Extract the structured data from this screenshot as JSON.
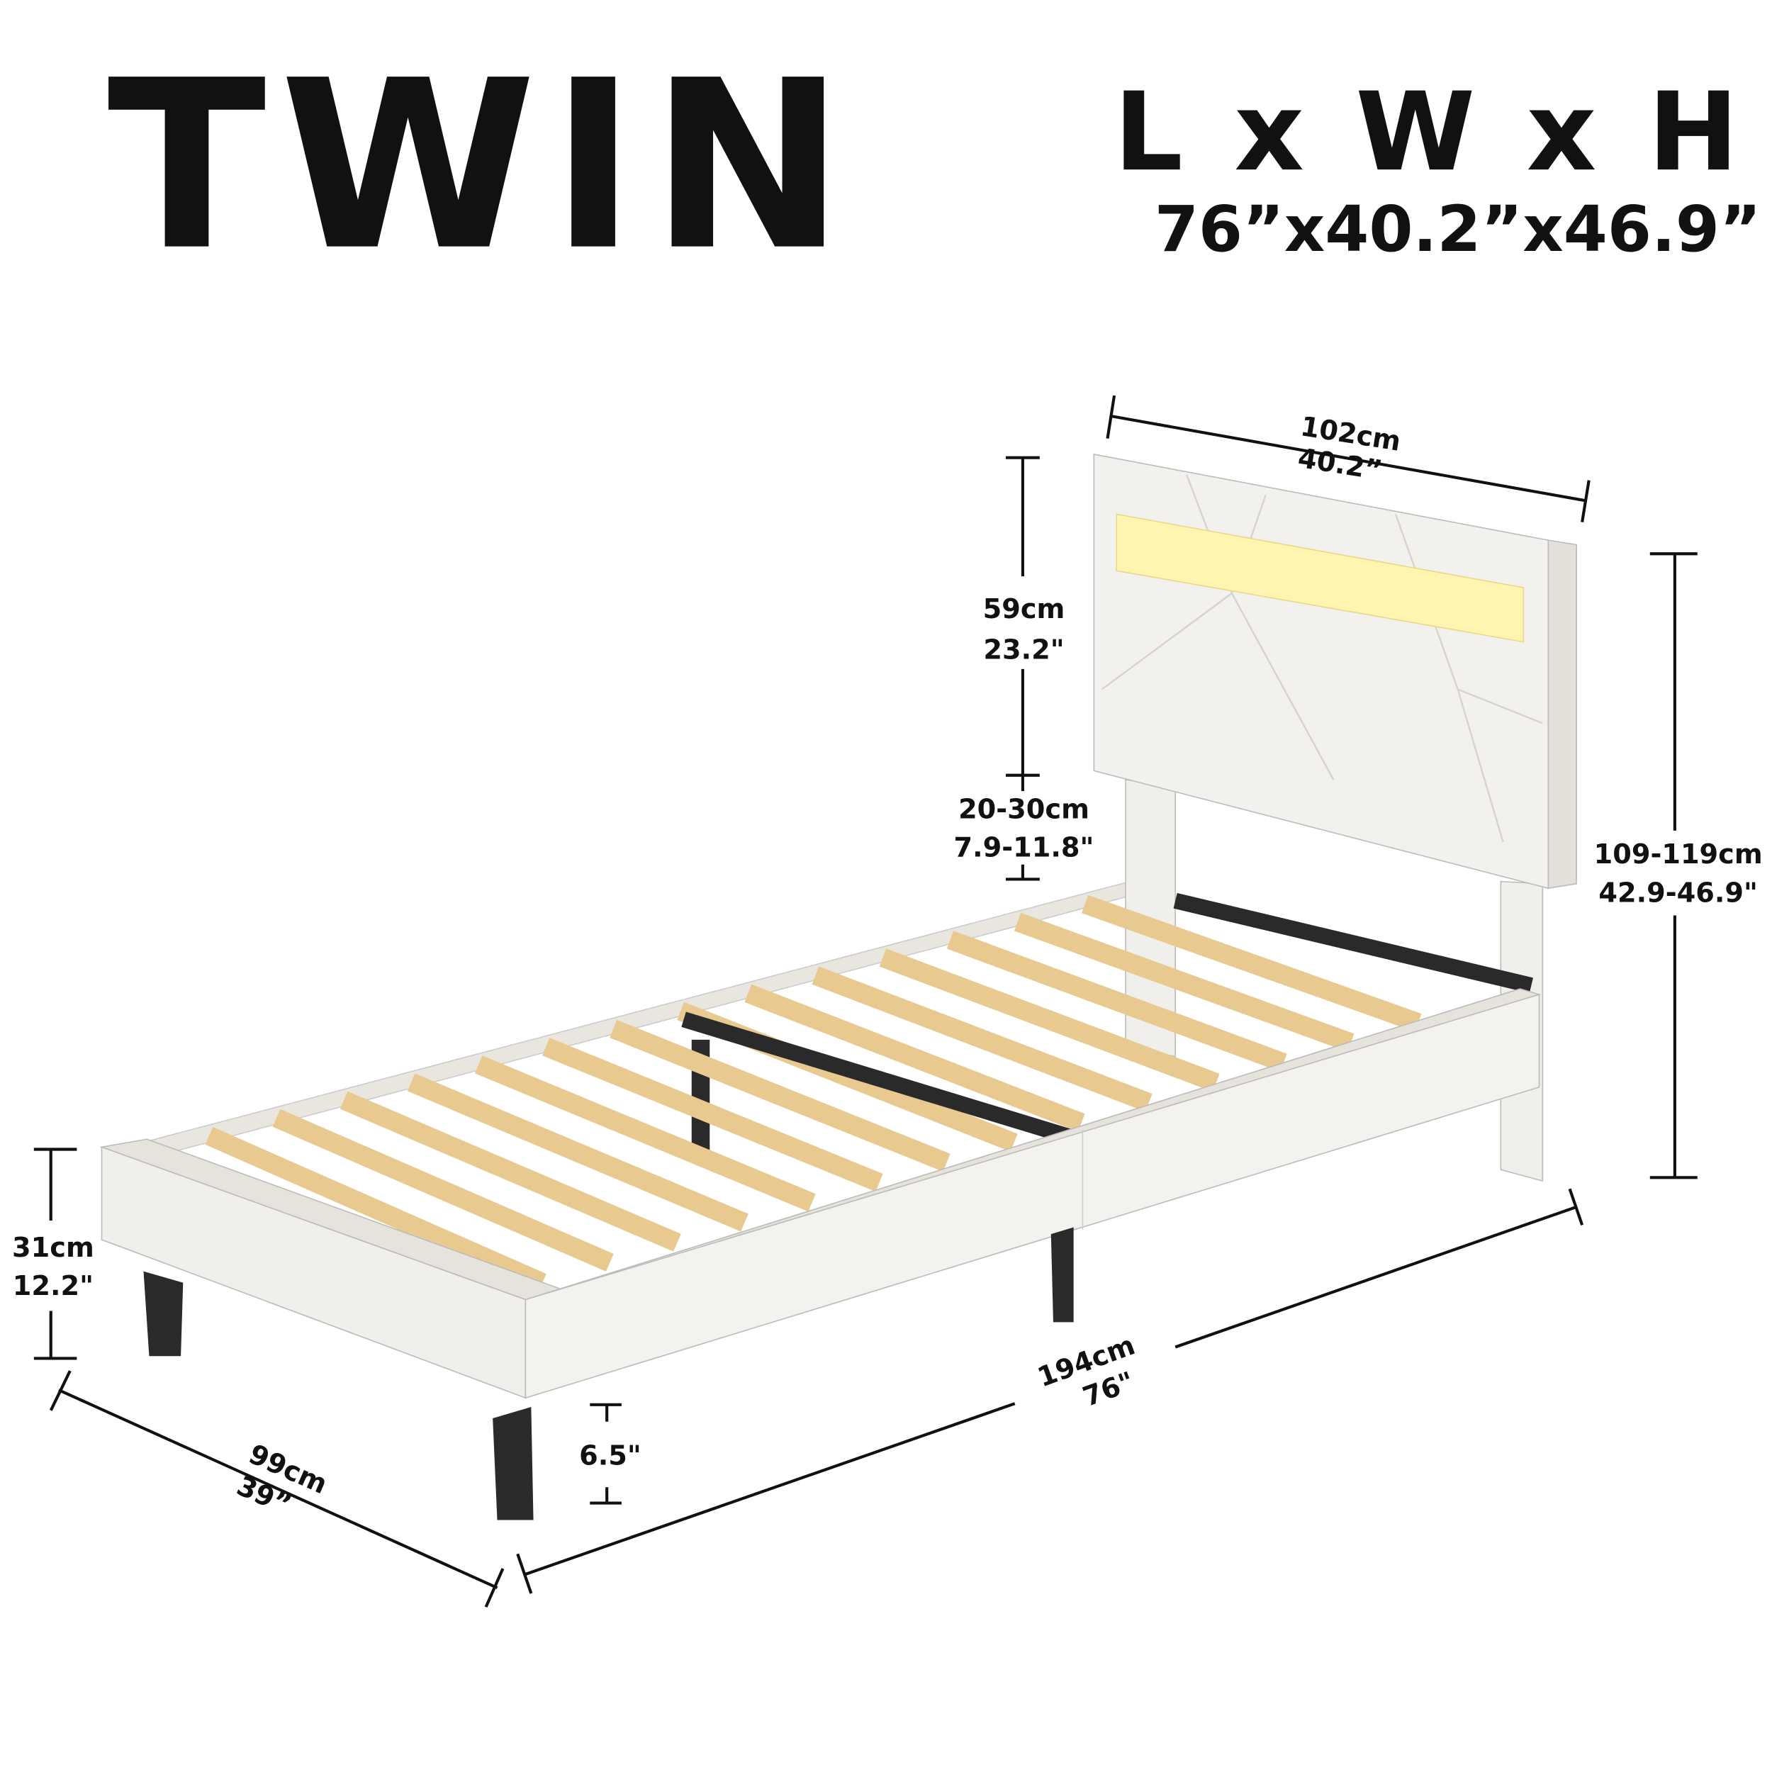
{
  "header": {
    "size_title": "TWIN",
    "dims_label": "L x W x H",
    "dims_value": "76”x40.2”x46.9”"
  },
  "dimensions": {
    "headboard_width": {
      "cm": "102cm",
      "in": "40.2”"
    },
    "headboard_height": {
      "cm": "59cm",
      "in": "23.2\""
    },
    "headboard_adjust": {
      "cm": "20-30cm",
      "in": "7.9-11.8\""
    },
    "total_height": {
      "cm": "109-119cm",
      "in": "42.9-46.9\""
    },
    "frame_height": {
      "cm": "31cm",
      "in": "12.2\""
    },
    "length": {
      "cm": "194cm",
      "in": "76\""
    },
    "width": {
      "cm": "99cm",
      "in": "39”"
    },
    "clearance": {
      "in": "6.5\""
    }
  },
  "colors": {
    "upholstery": "#f1efeb",
    "slats": "#e8c98f",
    "led": "#fff4b0",
    "metal": "#2a2a2a",
    "text": "#111111"
  }
}
